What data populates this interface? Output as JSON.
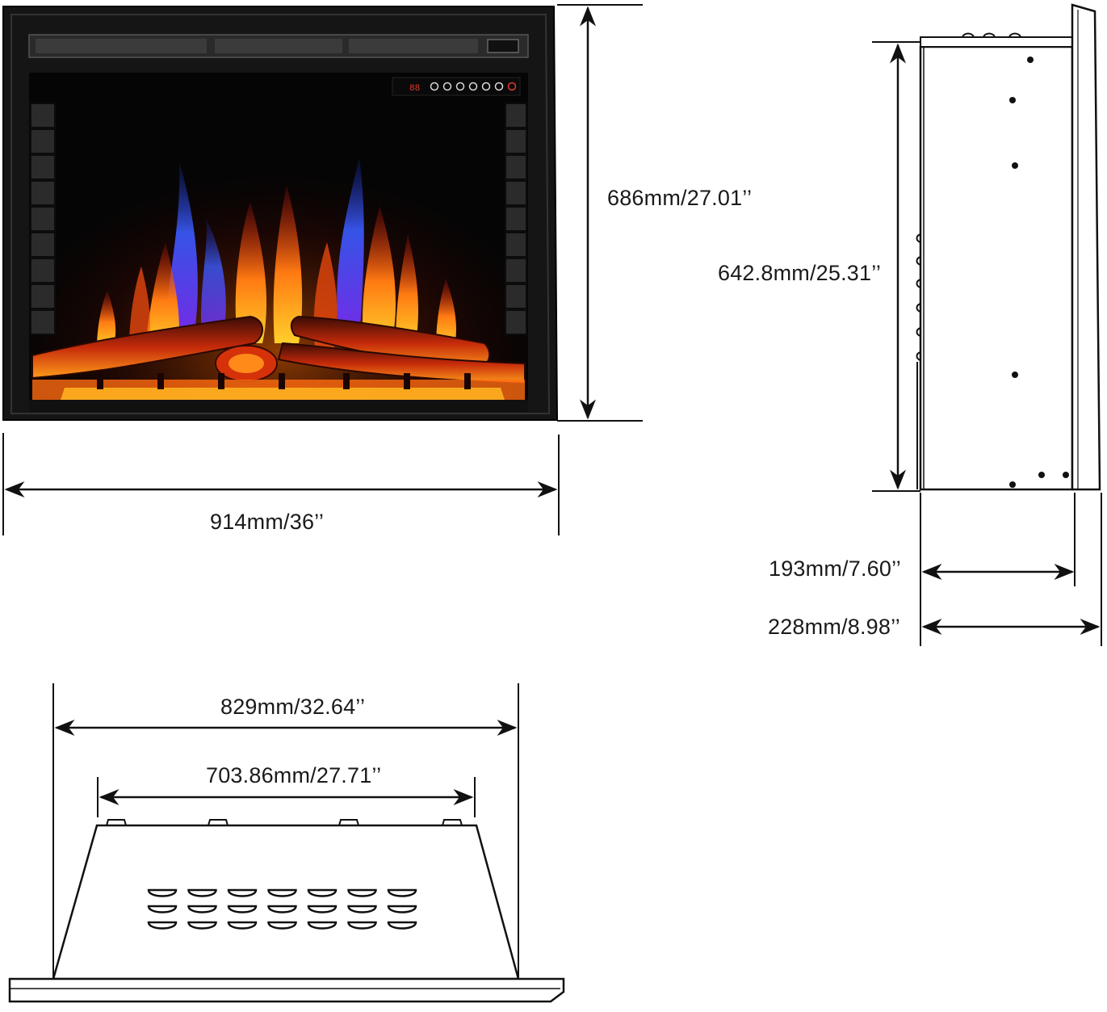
{
  "front_view": {
    "width_label": "914mm/36’’",
    "height_label": "686mm/27.01’’",
    "control_panel": {
      "display_text": "88",
      "buttons": [
        "power-button",
        "flame-button",
        "heat-button",
        "timer-button",
        "brightness-button",
        "color-button",
        "remote-button"
      ],
      "accent_color": "#e23a2a"
    },
    "colors": {
      "frame": "#151515",
      "firebox": "#050505",
      "flame_orange": "#ff7a12",
      "flame_blue": "#3a5cff",
      "ember": "#ff3b0a"
    }
  },
  "side_view": {
    "height_label": "642.8mm/25.31’’",
    "depth_label": "193mm/7.60’’",
    "total_depth_label": "228mm/8.98’’"
  },
  "top_view": {
    "outer_width_label": "829mm/32.64’’",
    "inner_width_label": "703.86mm/27.71’’",
    "vent_rows": 3,
    "vent_cols": 7
  }
}
